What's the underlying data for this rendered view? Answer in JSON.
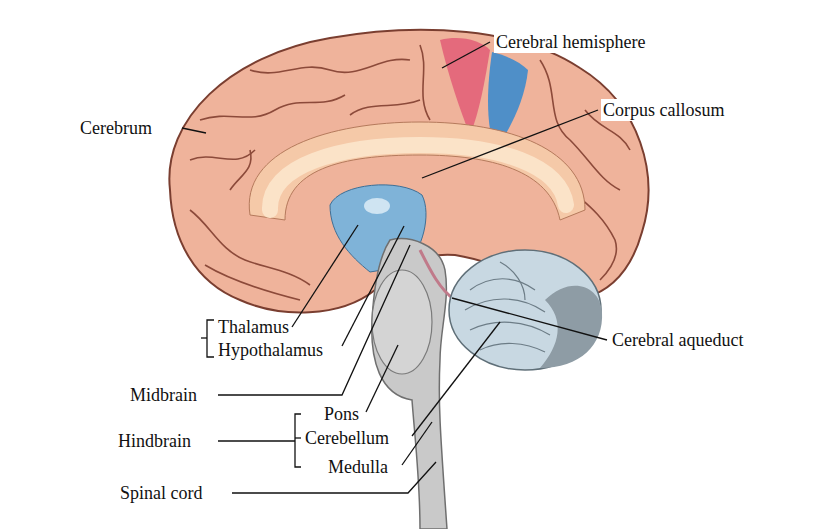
{
  "diagram": {
    "labels": [
      "Cerebral hemisphere",
      "Corpus callosum",
      "Cerebrum",
      "Thalamus",
      "Hypothalamus",
      "Cerebral aqueduct",
      "Midbrain",
      "Pons",
      "Hindbrain",
      "Cerebellum",
      "Medulla",
      "Spinal cord"
    ]
  }
}
